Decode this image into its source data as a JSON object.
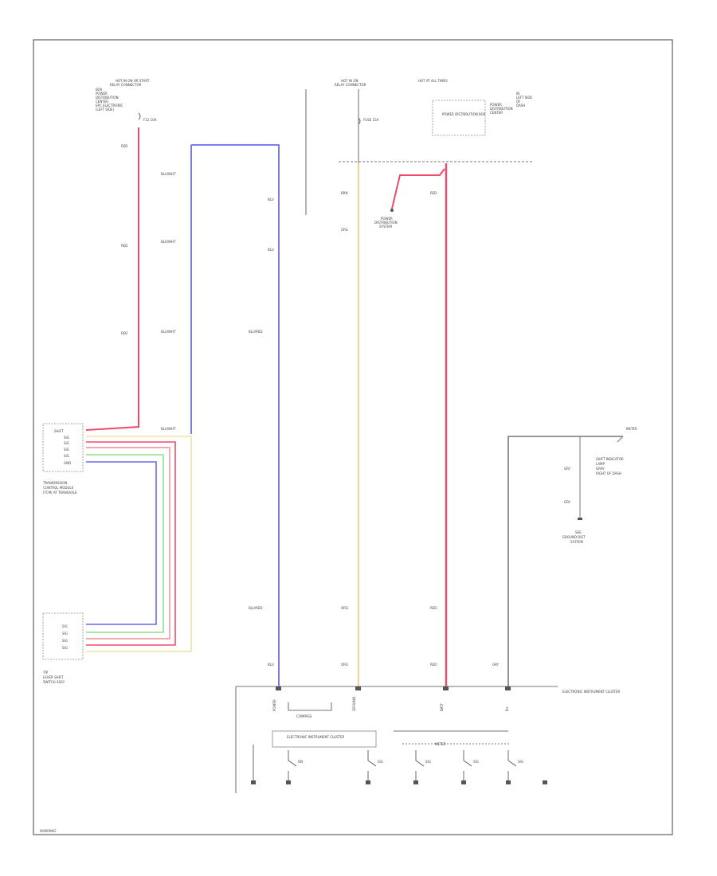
{
  "diagram": {
    "colors": {
      "red": "#f04a6a",
      "blue": "#6b6bf0",
      "orange": "#f4c890",
      "green": "#8ee08e",
      "yellow": "#eee3a0",
      "gray": "#777777"
    },
    "labels": {
      "top_left_heading": "HOT IN ON OR START",
      "top_left_sub": "RELAY CONNECTOR",
      "top_left_notes": [
        "BOX",
        "POWER",
        "DISTRIBUTION",
        "CENTER",
        "EPC ELECTRONIC",
        "(LEFT SIDE)"
      ],
      "fuse_left": "F12 10A",
      "top_mid_heading": "HOT IN ON",
      "top_mid_sub": "RELAY CONNECTOR",
      "fuse_mid": "FUSE 15A",
      "top_right_heading": "HOT AT ALL TIMES",
      "power_box": "POWER DISTRIBUTION BOX",
      "power_note": [
        "POWER",
        "DISTRIBUTION",
        "CENTER"
      ],
      "right_note": [
        "IN",
        "LEFT SIDE",
        "OF",
        "DASH"
      ],
      "power_dist": [
        "POWER",
        "DISTRIBUTION",
        "SYSTEM"
      ],
      "trans_module": [
        "TRANSMISSION",
        "CONTROL MODULE",
        "(TCM) AT TRANSAXLE"
      ],
      "trans_pins": [
        "SHIFT",
        "SIG",
        "SIG",
        "SIG",
        "SIG",
        "GND"
      ],
      "sel_switch": [
        "TIP",
        "LEVER SHIFT",
        "SWITCH ASSY"
      ],
      "sel_pins": [
        "SIG",
        "SIG",
        "SIG",
        "SIG"
      ],
      "ecu": "ELECTRONIC INSTRUMENT CLUSTER",
      "ecu_note": "COMPASS",
      "meter_label": "METER",
      "right_module": [
        "SHIFT INDICATOR",
        "LAMP",
        "GRAY",
        "RIGHT OF DASH"
      ],
      "right_ground": [
        "SEE",
        "GROUND DIST",
        "SYSTEM"
      ],
      "pins_bottom": [
        "POWER",
        "GROUND",
        "BATT",
        "B+"
      ],
      "sw_labels": [
        "ON",
        "SIG",
        "SIG",
        "SIG",
        "SIG"
      ],
      "wire_codes": [
        "RED",
        "BLU/WHT",
        "BLU",
        "BLU/RED",
        "BRN",
        "ORG",
        "RED",
        "GRY"
      ],
      "footer": "W/WIRING"
    }
  }
}
